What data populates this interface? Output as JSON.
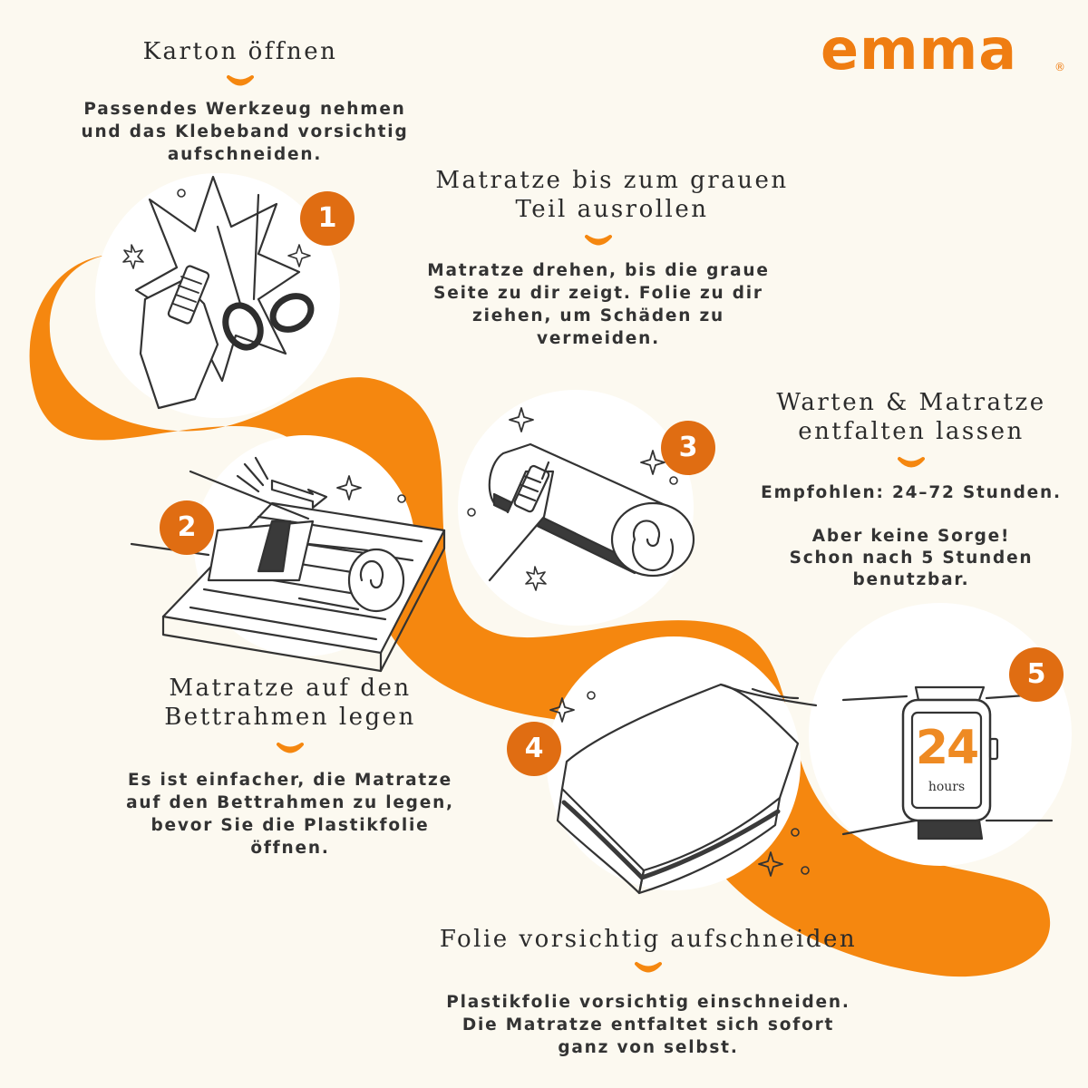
{
  "brand": {
    "name": "emma",
    "registered_mark": "®",
    "accent_color": "#ef7d12"
  },
  "steps": [
    {
      "number": "1",
      "title": "Karton öffnen",
      "text": "Passendes Werkzeug nehmen\nund das Klebeband vorsichtig\naufschneiden.",
      "illustration": "box-cutter-and-scissors"
    },
    {
      "number": "2",
      "title": "Matratze auf den\nBettrahmen legen",
      "text": "Es ist einfacher, die Matratze\nauf den Bettrahmen zu legen,\nbevor Sie die Plastikfolie\nöffnen.",
      "illustration": "box-on-bed-frame"
    },
    {
      "number": "3",
      "title": "Matratze bis zum grauen\nTeil ausrollen",
      "text": "Matratze drehen, bis die graue\nSeite zu dir zeigt. Folie zu dir\nziehen, um Schäden zu\nvermeiden.",
      "illustration": "rolled-mattress-cutter"
    },
    {
      "number": "4",
      "title": "Folie vorsichtig aufschneiden",
      "text": "Plastikfolie vorsichtig einschneiden.\nDie Matratze entfaltet sich sofort\nganz von selbst.",
      "illustration": "unfolded-mattress"
    },
    {
      "number": "5",
      "title": "Warten & Matratze\nentfalten lassen",
      "text": "Empfohlen: 24–72 Stunden.\n\nAber keine Sorge!\nSchon nach 5 Stunden\nbenutzbar.",
      "illustration": "smartwatch"
    }
  ],
  "watch": {
    "value": "24",
    "unit": "hours"
  },
  "colors": {
    "background": "#fcf9f0",
    "ribbon": "#f5870f",
    "badge": "#e06d12",
    "text": "#333333"
  }
}
